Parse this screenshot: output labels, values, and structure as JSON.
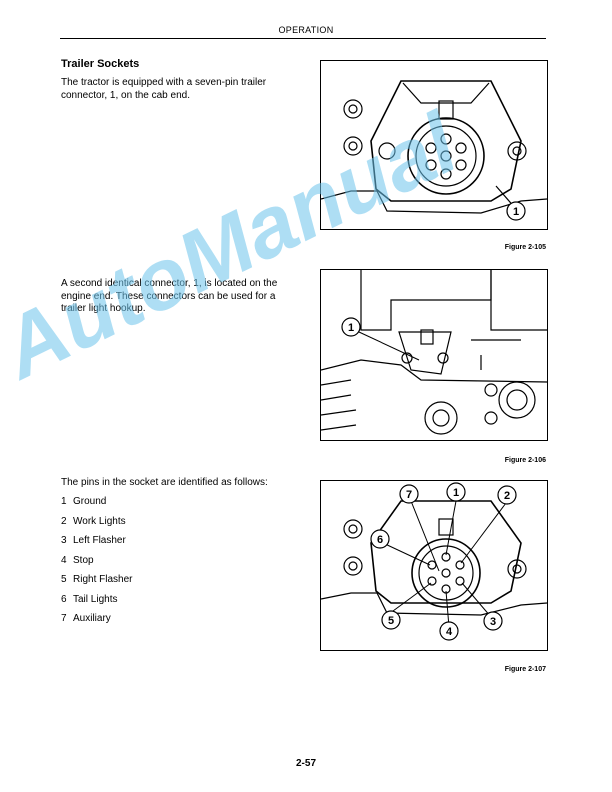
{
  "header": {
    "title": "OPERATION"
  },
  "section": {
    "heading": "Trailer Sockets"
  },
  "paragraphs": {
    "p1": "The tractor is equipped with a seven-pin trailer connector, 1, on the cab end.",
    "p2": "A second identical connector, 1, is located on the engine end. These connectors can be used for a trailer light hookup.",
    "p3": "The pins in the socket are identified as follows:"
  },
  "pins": [
    {
      "num": "1",
      "label": "Ground"
    },
    {
      "num": "2",
      "label": "Work Lights"
    },
    {
      "num": "3",
      "label": "Left Flasher"
    },
    {
      "num": "4",
      "label": "Stop"
    },
    {
      "num": "5",
      "label": "Right Flasher"
    },
    {
      "num": "6",
      "label": "Tail Lights"
    },
    {
      "num": "7",
      "label": "Auxiliary"
    }
  ],
  "figures": {
    "f1": {
      "caption": "Figure 2-105",
      "callouts": [
        "1"
      ]
    },
    "f2": {
      "caption": "Figure 2-106",
      "callouts": [
        "1"
      ]
    },
    "f3": {
      "caption": "Figure 2-107",
      "callouts": [
        "7",
        "1",
        "2",
        "6",
        "5",
        "4",
        "3"
      ]
    }
  },
  "footer": {
    "page_number": "2-57"
  },
  "watermark": {
    "text": "AutoManual"
  },
  "colors": {
    "watermark": "#6cc4ec"
  }
}
